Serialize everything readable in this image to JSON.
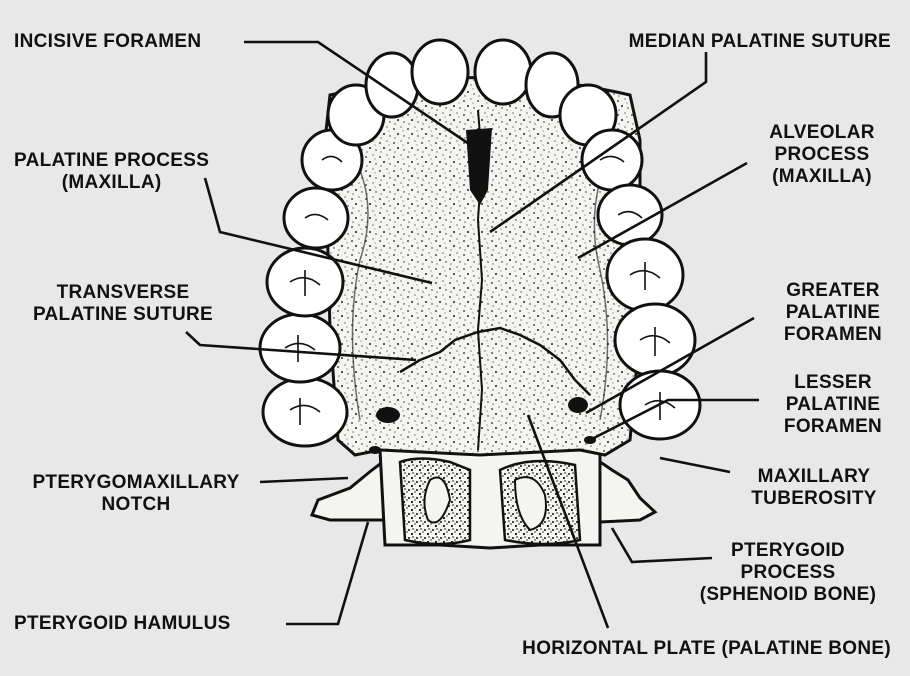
{
  "labels": {
    "incisive_foramen": "INCISIVE FORAMEN",
    "median_palatine_suture": "MEDIAN PALATINE SUTURE",
    "palatine_process": [
      "PALATINE PROCESS",
      "(MAXILLA)"
    ],
    "alveolar_process": [
      "ALVEOLAR",
      "PROCESS",
      "(MAXILLA)"
    ],
    "transverse_palatine_suture": [
      "TRANSVERSE",
      "PALATINE SUTURE"
    ],
    "greater_palatine_foramen": [
      "GREATER",
      "PALATINE",
      "FORAMEN"
    ],
    "lesser_palatine_foramen": [
      "LESSER",
      "PALATINE",
      "FORAMEN"
    ],
    "pterygomaxillary_notch": [
      "PTERYGOMAXILLARY",
      "NOTCH"
    ],
    "maxillary_tuberosity": [
      "MAXILLARY",
      "TUBEROSITY"
    ],
    "pterygoid_process": [
      "PTERYGOID",
      "PROCESS",
      "(SPHENOID BONE)"
    ],
    "pterygoid_hamulus": "PTERYGOID HAMULUS",
    "horizontal_plate": "HORIZONTAL PLATE (PALATINE BONE)"
  },
  "colors": {
    "background": "#e8e8e8",
    "ink": "#111111",
    "bone": "#f4f4f0",
    "tooth": "#ffffff"
  }
}
